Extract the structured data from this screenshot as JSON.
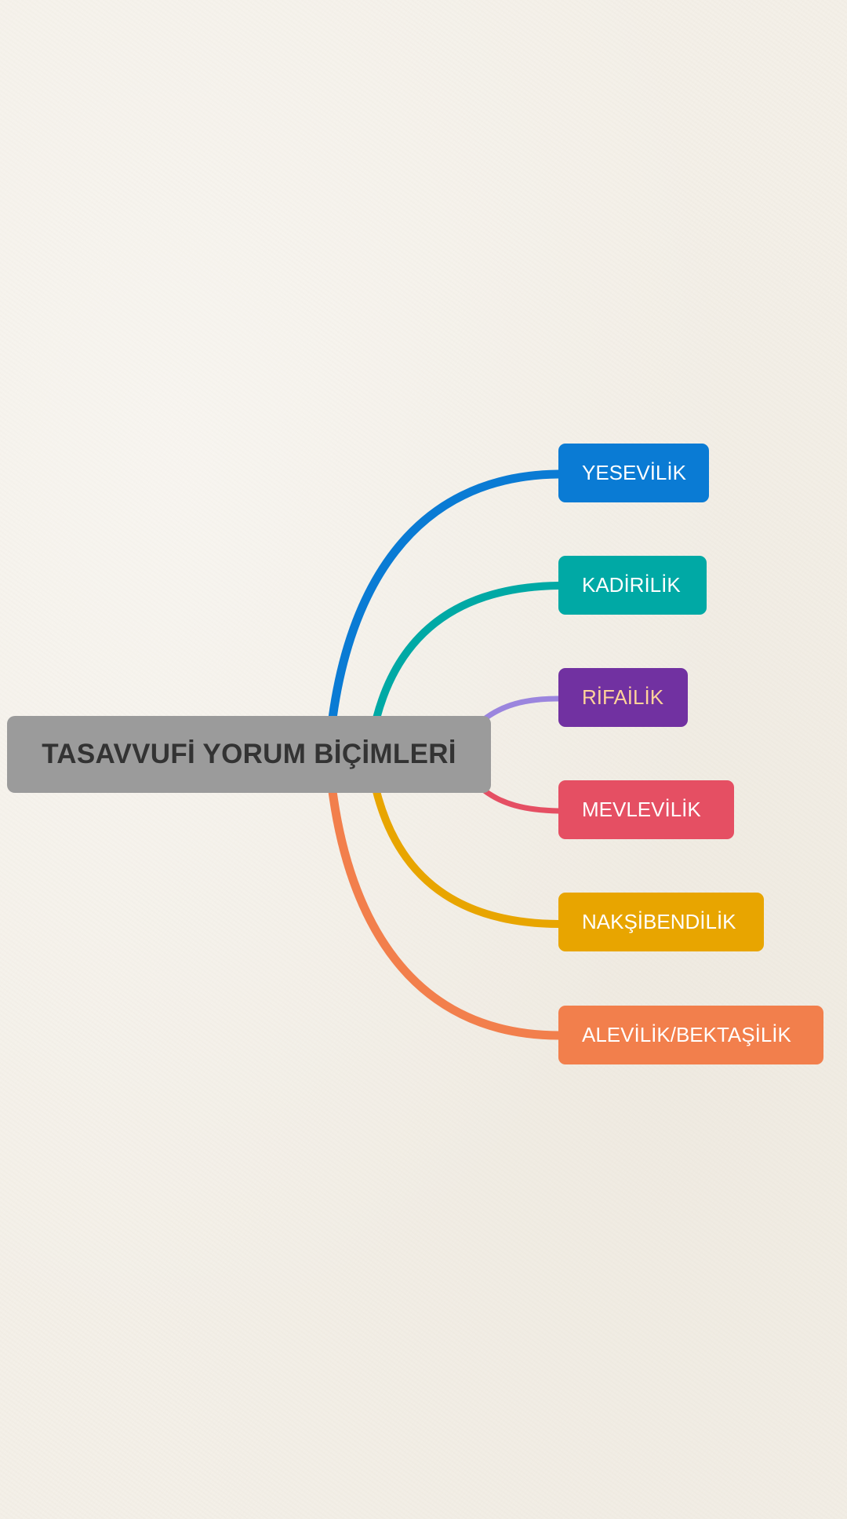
{
  "root": {
    "label": "TASAVVUFİ YORUM BİÇİMLERİ",
    "color": "#9b9b9b",
    "text_color": "#333333"
  },
  "branches": [
    {
      "label": "YESEVİLİK",
      "color": "#0a7bd4",
      "text_color": "#ffffff"
    },
    {
      "label": "KADİRİLİK",
      "color": "#00a9a5",
      "text_color": "#ffffff"
    },
    {
      "label": "RİFAİLİK",
      "color": "#7131a1",
      "text_color": "#ffd39a",
      "link_color": "#9b85de"
    },
    {
      "label": "MEVLEVİLİK",
      "color": "#e54f63",
      "text_color": "#ffffff"
    },
    {
      "label": "NAKŞİBENDİLİK",
      "color": "#e8a500",
      "text_color": "#ffffff"
    },
    {
      "label": "ALEVİLİK/BEKTAŞİLİK",
      "color": "#f27f4c",
      "text_color": "#ffffff"
    }
  ]
}
